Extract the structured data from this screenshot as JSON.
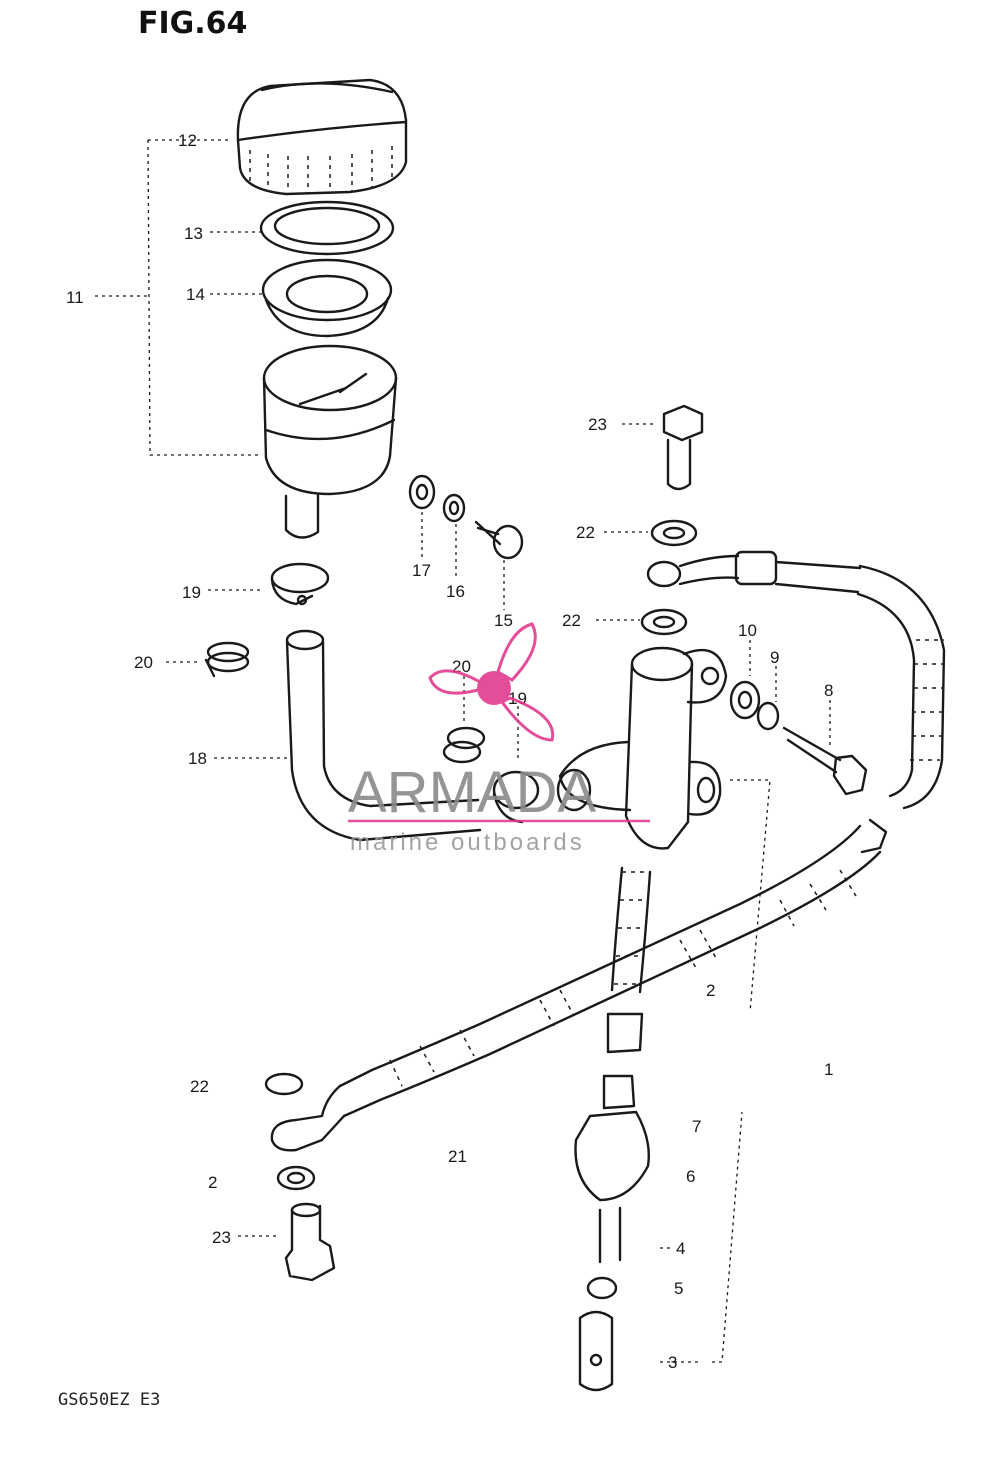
{
  "figure": {
    "title": "FIG.64",
    "model_code": "GS650EZ  E3"
  },
  "callouts": {
    "c1": "1",
    "c2a": "2",
    "c2b": "2",
    "c3": "3",
    "c4": "4",
    "c5": "5",
    "c6": "6",
    "c7": "7",
    "c8": "8",
    "c9": "9",
    "c10": "10",
    "c11": "11",
    "c12": "12",
    "c13": "13",
    "c14": "14",
    "c15": "15",
    "c16": "16",
    "c17": "17",
    "c18": "18",
    "c19a": "19",
    "c19b": "19",
    "c20a": "20",
    "c20b": "20",
    "c21": "21",
    "c22a": "22",
    "c22b": "22",
    "c22c": "22",
    "c23a": "23",
    "c23b": "23"
  },
  "watermark": {
    "brand": "ARMADA",
    "tagline": "marine outboards",
    "accent_color": "#e23a8f",
    "icon": "propeller-logo"
  }
}
